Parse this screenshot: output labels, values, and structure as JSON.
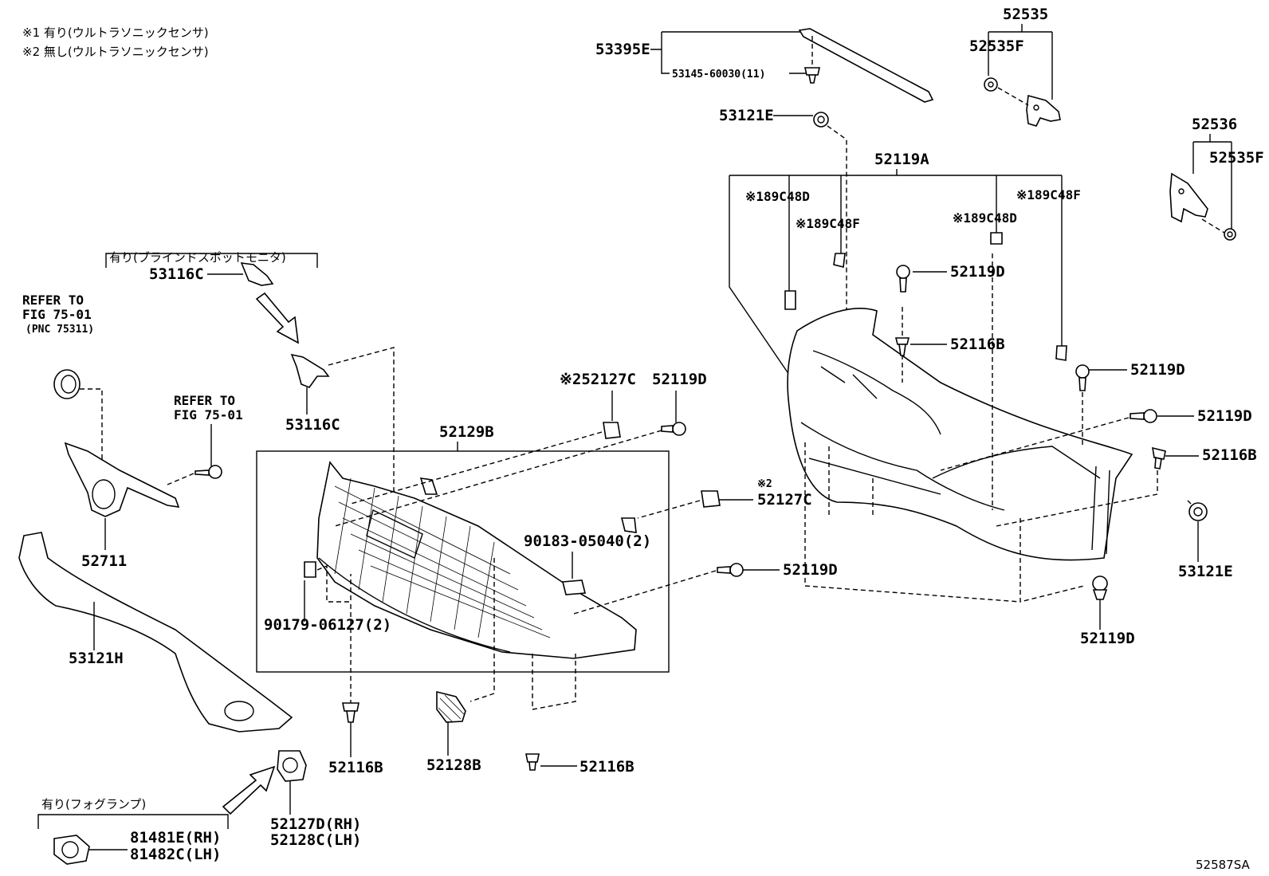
{
  "notes": {
    "note1": "※1 有り(ウルトラソニックセンサ)",
    "note2": "※2 無し(ウルトラソニックセンサ)",
    "bsm": "有り(ブラインドスポットモニタ)",
    "fog": "有り(フォグランプ)"
  },
  "refs": {
    "ref1_line1": "REFER TO",
    "ref1_line2": "FIG 75-01",
    "ref1_line3": "(PNC 75311)",
    "ref2_line1": "REFER TO",
    "ref2_line2": "FIG 75-01"
  },
  "parts": {
    "p53395E": "53395E",
    "p53145": "53145-60030(11)",
    "p53121E_top": "53121E",
    "p52535": "52535",
    "p52535F_top": "52535F",
    "p52536": "52536",
    "p52535F_right": "52535F",
    "p52119A": "52119A",
    "p89C48D_1": "※189C48D",
    "p89C48F_1": "※189C48F",
    "p89C48D_2": "※189C48D",
    "p89C48F_2": "※189C48F",
    "p52119D_a": "52119D",
    "p52116B_a": "52116B",
    "p52119D_b": "52119D",
    "p52119D_c": "52119D",
    "p52116B_b": "52116B",
    "p53121E_r": "53121E",
    "p52119D_d": "52119D",
    "p53116C_top": "53116C",
    "p53116C_low": "53116C",
    "p52127C_top": "※252127C",
    "p52119D_top": "52119D",
    "p52129B": "52129B",
    "p52127C_mid_mark": "※2",
    "p52127C_mid": "52127C",
    "p90183": "90183-05040(2)",
    "p52119D_mid": "52119D",
    "p90179": "90179-06127(2)",
    "p52711": "52711",
    "p53121H": "53121H",
    "p52116B_l": "52116B",
    "p52128B": "52128B",
    "p52116B_m": "52116B",
    "p52127D": "52127D(RH)",
    "p52128C": "52128C(LH)",
    "p81481E": "81481E(RH)",
    "p81482C": "81482C(LH)"
  },
  "figure_id": "52587SA"
}
